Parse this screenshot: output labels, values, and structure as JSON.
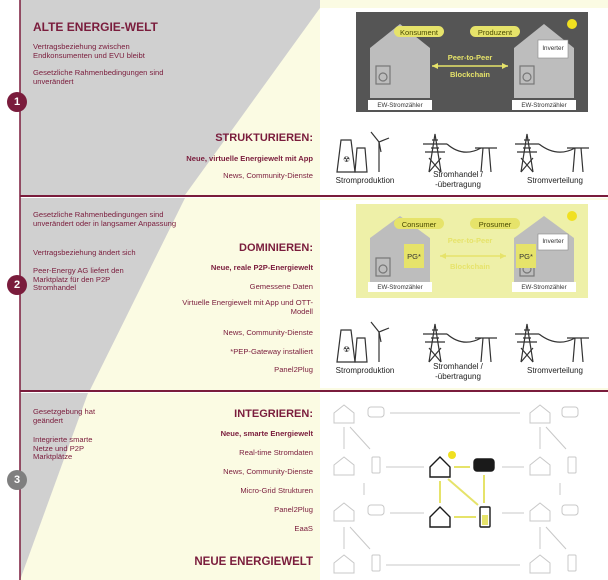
{
  "section1": {
    "badge": "1",
    "title": "ALTE ENERGIE-WELT",
    "notes": [
      "Vertragsbeziehung zwischen Endkonsumenten und EVU bleibt",
      "Gesetzliche Rahmenbedingungen sind unverändert"
    ],
    "heading": "STRUKTURIEREN:",
    "items": [
      "Neue, virtuelle Energiewelt mit App",
      "News, Community-Dienste"
    ],
    "diagram": {
      "left_label": "Konsument",
      "right_label": "Produzent",
      "arrow_top": "Peer-to-Peer",
      "arrow_bottom": "Blockchain",
      "inverter": "Inverter",
      "meter_left": "EW-Stromzähler",
      "meter_right": "EW-Stromzähler"
    },
    "infra": [
      "Stromproduktion",
      "Stromhandel / -übertragung",
      "Stromverteilung"
    ]
  },
  "section2": {
    "badge": "2",
    "notes": [
      "Gesetzliche Rahmenbedingungen sind unverändert oder in langsamer Anpassung",
      "Vertragsbeziehung ändert sich",
      "Peer-Energy AG liefert den Marktplatz für den P2P Stromhandel"
    ],
    "heading": "DOMINIEREN:",
    "items": [
      "Neue, reale P2P-Energiewelt",
      "Gemessene Daten",
      "Virtuelle Energiewelt mit App und OTT-Modell",
      "News, Community-Dienste",
      "*PEP-Gateway installiert",
      "Panel2Plug"
    ],
    "diagram": {
      "left_label": "Consumer",
      "right_label": "Prosumer",
      "arrow_top": "Peer-to-Peer",
      "arrow_bottom": "Blockchain",
      "inverter": "Inverter",
      "pg_left": "PG*",
      "pg_right": "PG*",
      "meter_left": "EW-Stromzähler",
      "meter_right": "EW-Stromzähler"
    },
    "infra": [
      "Stromproduktion",
      "Stromhandel / -übertragung",
      "Stromverteilung"
    ]
  },
  "section3": {
    "badge": "3",
    "notes": [
      "Gesetzgebung hat geändert",
      "Integrierte smarte Netze und P2P Marktplätze"
    ],
    "heading": "INTEGRIEREN:",
    "items": [
      "Neue, smarte Energiewelt",
      "Real-time Stromdaten",
      "News, Community-Dienste",
      "Micro-Grid Strukturen",
      "Panel2Plug",
      "EaaS"
    ],
    "footer": "NEUE ENERGIEWELT"
  },
  "colors": {
    "maroon": "#7a1c3c",
    "grey_panel": "#d0d0d0",
    "yellow_panel": "#fbfbe3",
    "yellow_accent": "#e6e36a"
  }
}
